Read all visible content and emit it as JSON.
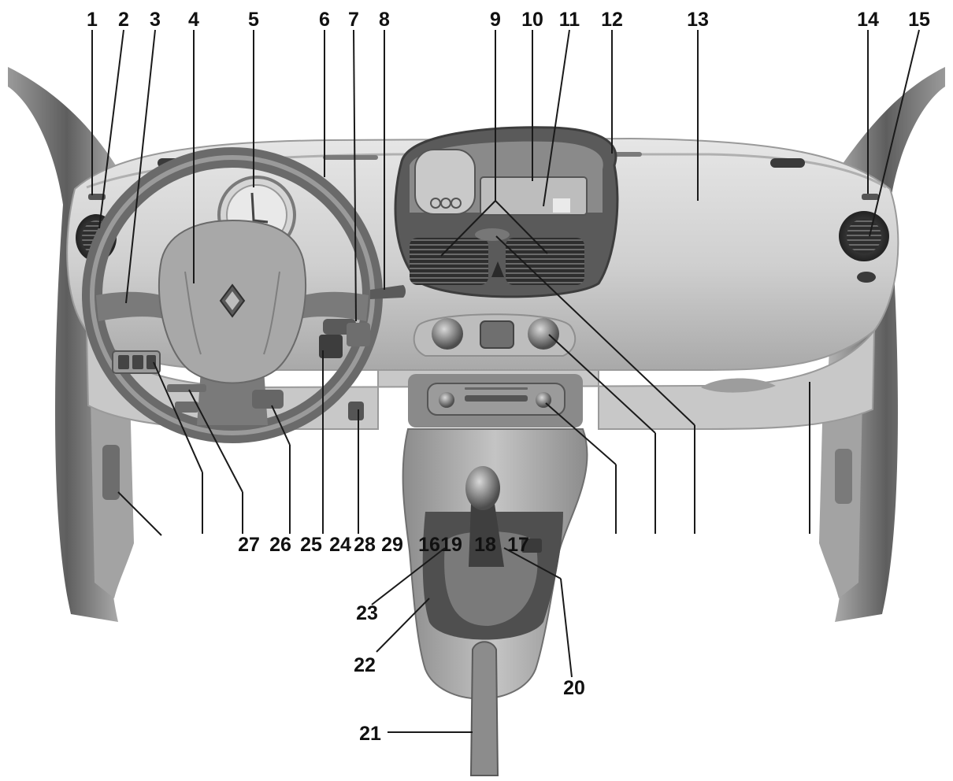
{
  "labels": {
    "n1": "1",
    "n2": "2",
    "n3": "3",
    "n4": "4",
    "n5": "5",
    "n6": "6",
    "n7": "7",
    "n8": "8",
    "n9": "9",
    "n10": "10",
    "n11": "11",
    "n12": "12",
    "n13": "13",
    "n14": "14",
    "n15": "15",
    "n16": "16",
    "n17": "17",
    "n18": "18",
    "n19": "19",
    "n20": "20",
    "n21": "21",
    "n22": "22",
    "n23": "23",
    "n24": "24",
    "n25": "25",
    "n26": "26",
    "n27": "27",
    "n28": "28",
    "n29": "29"
  },
  "colors": {
    "dash_light": "#dcdcdc",
    "dash_mid": "#bdbdbd",
    "dash_dark": "#8a8a8a",
    "pillar": "#6f6f6f",
    "vent": "#3a3a3a",
    "leader": "#1a1a1a"
  },
  "icons": {
    "brand_logo": "renault-diamond-icon"
  }
}
